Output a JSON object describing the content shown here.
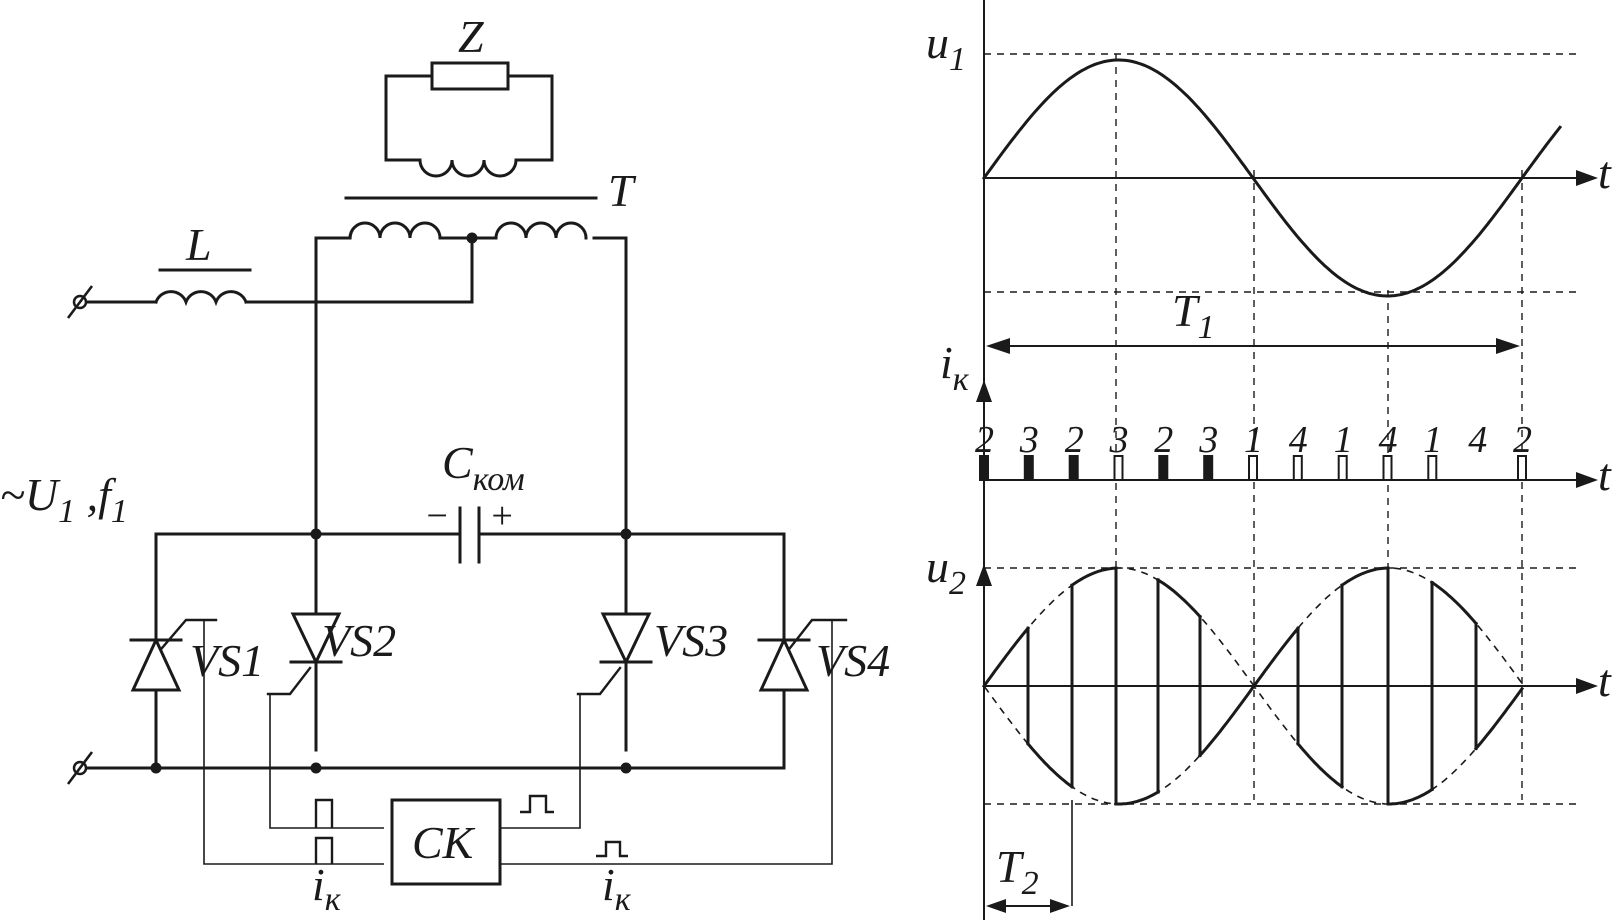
{
  "circuit": {
    "load_label": "Z",
    "transformer_label": "T",
    "inductor_label": "L",
    "capacitor_label": "C",
    "capacitor_sub": "ком",
    "cap_minus": "−",
    "cap_plus": "+",
    "supply_main": "~U",
    "supply_sub1": "1",
    "supply_mid": " ,f",
    "supply_sub2": "1",
    "vs1": "VS1",
    "vs2": "VS2",
    "vs3": "VS3",
    "vs4": "VS4",
    "control_block": "CK",
    "ik_left_main": "i",
    "ik_left_sub": "к",
    "ik_right_main": "i",
    "ik_right_sub": "к"
  },
  "plots": {
    "u1_main": "u",
    "u1_sub": "1",
    "t_label_1": "t",
    "T1_main": "T",
    "T1_sub": "1",
    "ik_main": "i",
    "ik_sub": "к",
    "t_label_2": "t",
    "pulse_numbers": [
      "2",
      "3",
      "2",
      "3",
      "2",
      "3",
      "1",
      "4",
      "1",
      "4",
      "1",
      "4",
      "2"
    ],
    "pulse_filled": [
      true,
      true,
      true,
      false,
      true,
      true,
      false,
      false,
      false,
      false,
      false,
      null,
      false
    ],
    "u2_main": "u",
    "u2_sub": "2",
    "t_label_3": "t",
    "T2_main": "T",
    "T2_sub": "2"
  },
  "colors": {
    "ink": "#1a1a1a",
    "background": "#ffffff"
  }
}
